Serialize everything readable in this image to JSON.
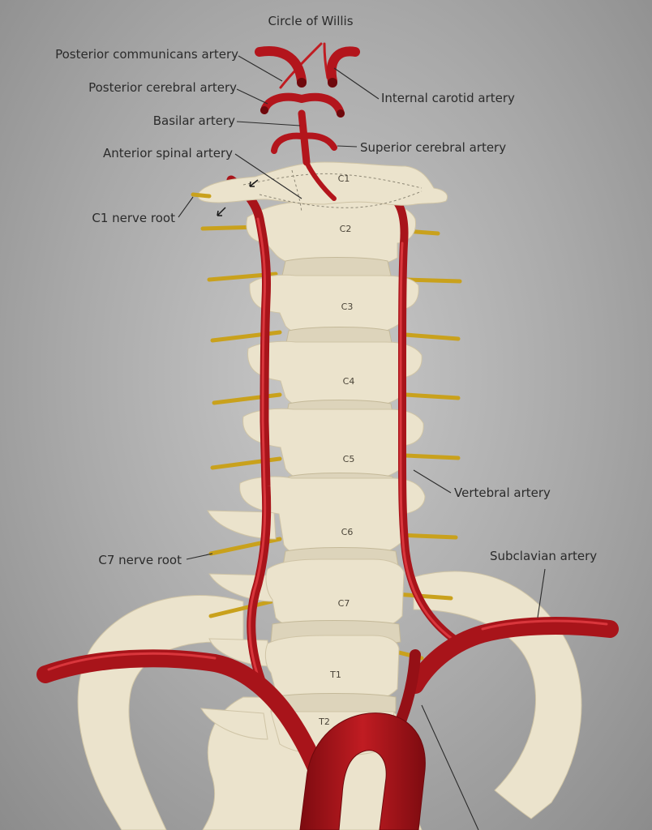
{
  "colors": {
    "artery": "#b3151c",
    "artery_highlight": "#d9363c",
    "bone": "#ebe3cc",
    "nerve": "#c9a11c",
    "background": "#a9a9a9",
    "label_text": "#2b2b2b"
  },
  "labels": {
    "circle_of_willis": "Circle of Willis",
    "posterior_communicans": "Posterior communicans artery",
    "internal_carotid": "Internal carotid artery",
    "posterior_cerebral": "Posterior cerebral artery",
    "basilar": "Basilar artery",
    "superior_cerebral": "Superior cerebral artery",
    "anterior_spinal": "Anterior spinal artery",
    "c1_nerve_root": "C1 nerve root",
    "vertebral": "Vertebral artery",
    "subclavian": "Subclavian artery",
    "c7_nerve_root": "C7 nerve root"
  },
  "vertebrae": {
    "c1": "C1",
    "c2": "C2",
    "c3": "C3",
    "c4": "C4",
    "c5": "C5",
    "c6": "C6",
    "c7": "C7",
    "t1": "T1",
    "t2": "T2"
  }
}
